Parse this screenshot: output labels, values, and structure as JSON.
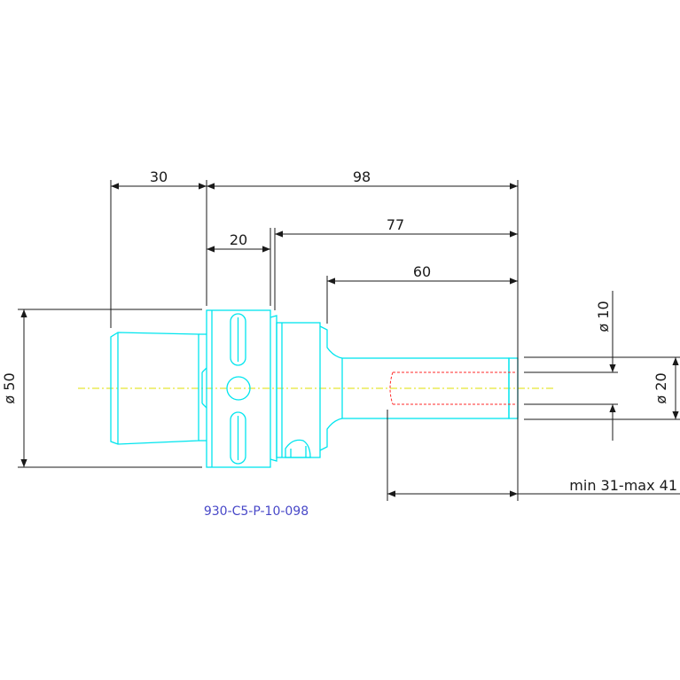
{
  "drawing": {
    "part_number": "930-C5-P-10-098",
    "colors": {
      "outline": "#00e5ee",
      "dimension": "#1a1a1a",
      "centerline": "#e0e000",
      "hidden": "#ff2a2a",
      "label": "#4848c8"
    },
    "dimensions": {
      "d30": "30",
      "d98": "98",
      "d20": "20",
      "d77": "77",
      "d60": "60",
      "dia50": "ø 50",
      "dia10": "ø 10",
      "dia20": "ø 20",
      "clamp_range": "min 31-max 41"
    }
  }
}
